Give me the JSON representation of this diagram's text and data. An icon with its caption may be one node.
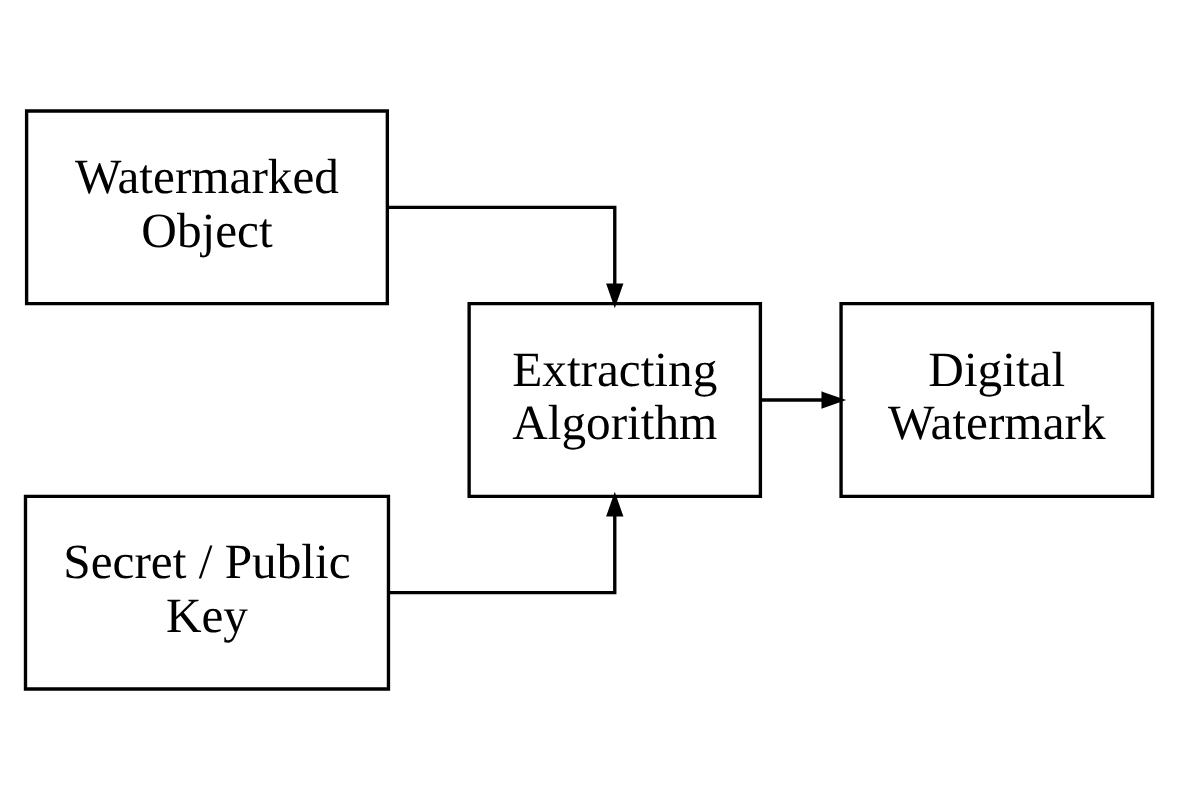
{
  "diagram": {
    "nodes": [
      {
        "text": [
          "Watermarked Object"
        ]
      },
      {
        "text": [
          "Secret / Public Key"
        ]
      },
      {
        "text": [
          "Extracting Algorithm"
        ]
      },
      {
        "text": [
          "Digital Watermark"
        ]
      }
    ],
    "edges": [
      {
        "from": 0,
        "to": 2,
        "arrow": "to"
      },
      {
        "from": 1,
        "to": 2,
        "arrow": "to"
      },
      {
        "from": 2,
        "to": 3,
        "arrow": "to"
      }
    ]
  }
}
